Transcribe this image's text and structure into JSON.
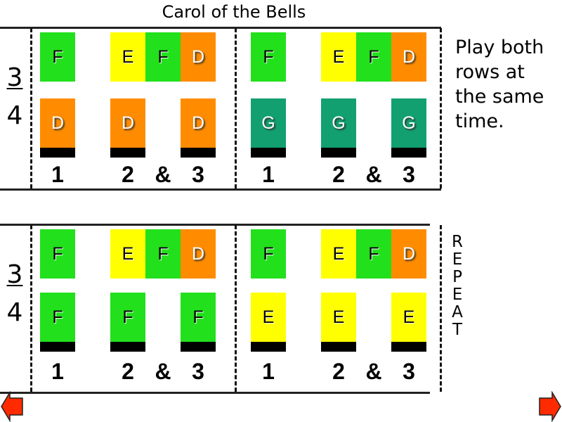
{
  "title": "Carol of the Bells",
  "instructions": "Play both rows at the same time.",
  "repeat_label": "REPEAT",
  "time_signature": {
    "top": "3",
    "bottom": "4"
  },
  "counts": [
    "1",
    "2",
    "&",
    "3"
  ],
  "colors": {
    "F": "#22e01c",
    "E": "#ffff00",
    "D": "#ff8c00",
    "G": "#12a070",
    "bar": "#000000",
    "arrow": "#ff2a00"
  },
  "light_text_notes": [
    "D",
    "G"
  ],
  "systems": [
    {
      "measures": [
        {
          "top": [
            "F",
            "E",
            "F",
            "D"
          ],
          "bottom": [
            "D",
            "D",
            null,
            "D"
          ]
        },
        {
          "top": [
            "F",
            "E",
            "F",
            "D"
          ],
          "bottom": [
            "G",
            "G",
            null,
            "G"
          ]
        }
      ]
    },
    {
      "measures": [
        {
          "top": [
            "F",
            "E",
            "F",
            "D"
          ],
          "bottom": [
            "F",
            "F",
            null,
            "F"
          ]
        },
        {
          "top": [
            "F",
            "E",
            "F",
            "D"
          ],
          "bottom": [
            "E",
            "E",
            null,
            "E"
          ]
        }
      ]
    }
  ],
  "nav": {
    "prev": "previous-slide",
    "next": "next-slide"
  }
}
